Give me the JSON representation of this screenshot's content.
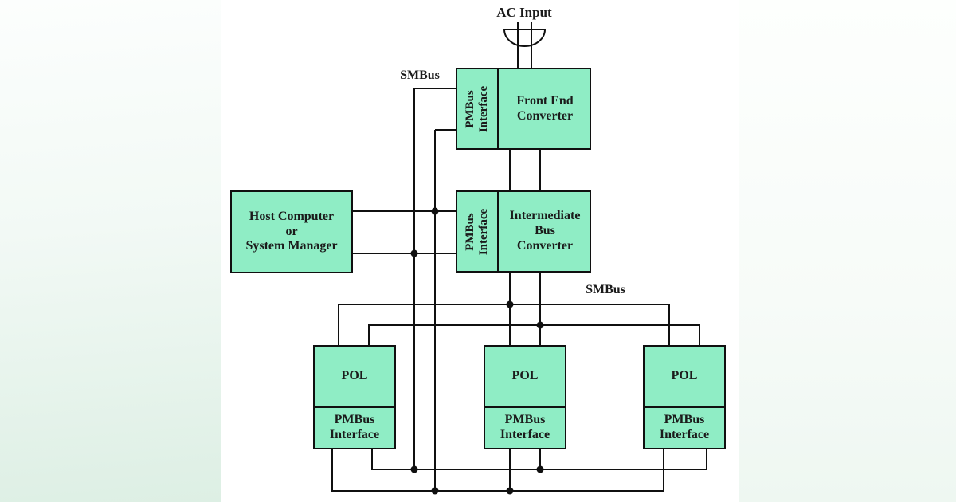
{
  "title": "AC Input",
  "labels": {
    "ac_input": "AC Input",
    "smbus_top": "SMBus",
    "smbus_mid": "SMBus"
  },
  "blocks": {
    "host": {
      "label": "Host Computer\nor\nSystem Manager"
    },
    "front_end": {
      "pmbus": "PMBus\nInterface",
      "label": "Front End\nConverter"
    },
    "intermediate": {
      "pmbus": "PMBus\nInterface",
      "label": "Intermediate\nBus\nConverter"
    },
    "pol1": {
      "label": "POL",
      "pmbus": "PMBus\nInterface"
    },
    "pol2": {
      "label": "POL",
      "pmbus": "PMBus\nInterface"
    },
    "pol3": {
      "label": "POL",
      "pmbus": "PMBus\nInterface"
    }
  },
  "colors": {
    "block_fill": "#8FEDC5",
    "wire": "#101010",
    "background_tint": "#ddefe4"
  },
  "icons": {
    "ac_plug": "ac-plug-icon"
  }
}
